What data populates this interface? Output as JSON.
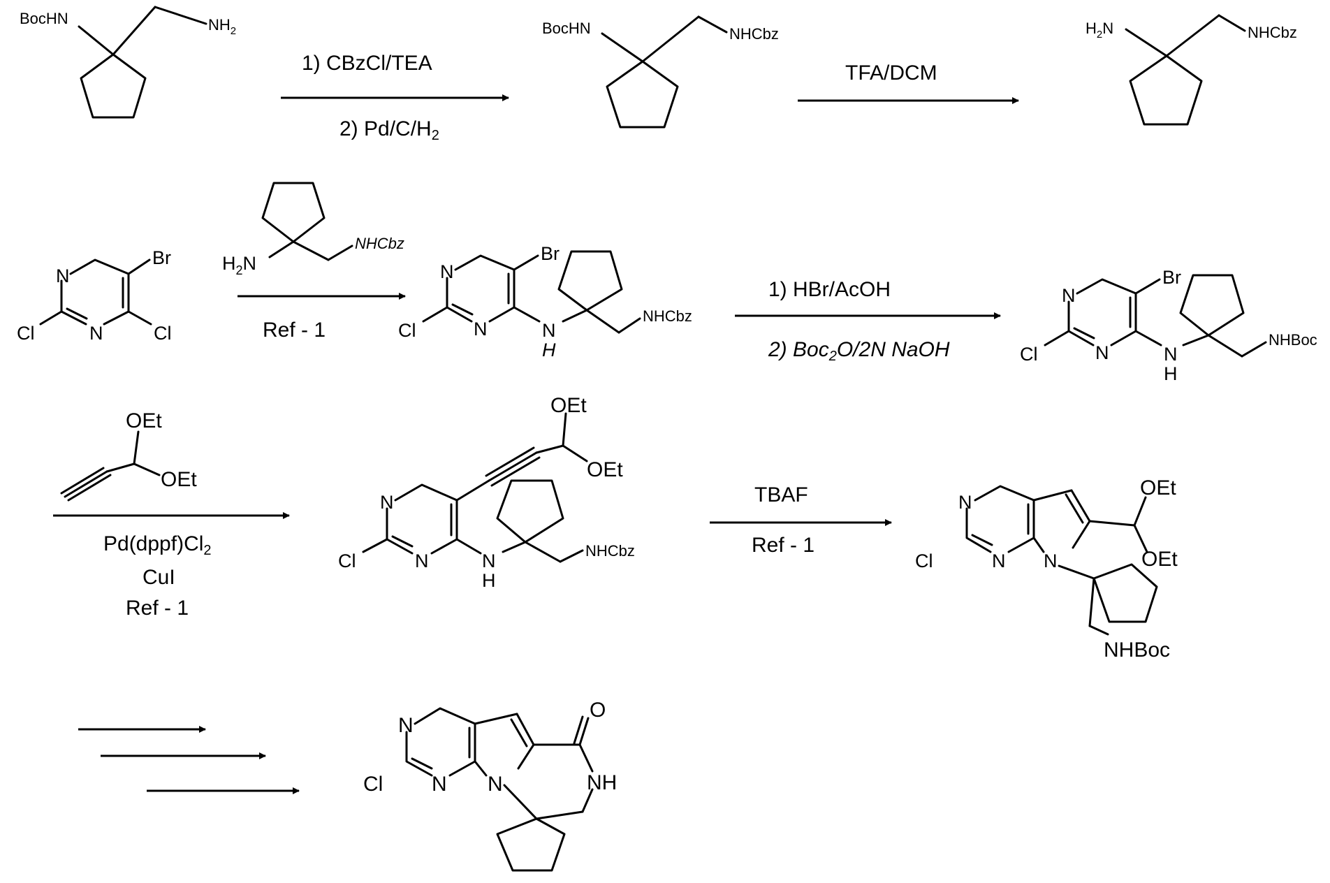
{
  "diagram": {
    "compound1": {
      "bochn": "BocHN",
      "nh2": "NH",
      "sub2": "2"
    },
    "compound2": {
      "bochn": "BocHN",
      "nhcbz": "NHCbz"
    },
    "compound3": {
      "h": "H",
      "sub2": "2",
      "n": "N",
      "nhcbz": "NHCbz"
    },
    "compound4": {
      "br": "Br",
      "n": "N",
      "cl": "Cl"
    },
    "reagent_amine": {
      "h": "H",
      "sub2": "2",
      "n": "N",
      "nhcbz": "NHCbz"
    },
    "compound5": {
      "br": "Br",
      "n": "N",
      "cl": "Cl",
      "h": "H",
      "nhcbz": "NHCbz"
    },
    "compound6": {
      "br": "Br",
      "n": "N",
      "cl": "Cl",
      "h": "H",
      "nhboc": "NHBoc"
    },
    "reagent_alkyne": {
      "oet": "OEt"
    },
    "compound7": {
      "oet": "OEt",
      "n": "N",
      "cl": "Cl",
      "h": "H",
      "nhcbz": "NHCbz"
    },
    "compound8": {
      "oet": "OEt",
      "n": "N",
      "cl": "Cl",
      "nhboc": "NHBoc"
    },
    "compound9": {
      "o": "O",
      "n": "N",
      "cl": "Cl",
      "nh": "NH"
    },
    "conditions": {
      "step1_line1": "1) CBzCl/TEA",
      "step1_line2a": "2) Pd/C/H",
      "step1_line2_sub": "2",
      "step2": "TFA/DCM",
      "step3": "Ref - 1",
      "step4_line1": "1) HBr/AcOH",
      "step4_line2a": "2) Boc",
      "step4_line2_sub": "2",
      "step4_line2b": "O/2N NaOH",
      "step5_line1a": "Pd(dppf)Cl",
      "step5_line1_sub": "2",
      "step5_line2": "CuI",
      "step5_line3": "Ref - 1",
      "step6_line1": "TBAF",
      "step6_line2": "Ref - 1"
    }
  }
}
